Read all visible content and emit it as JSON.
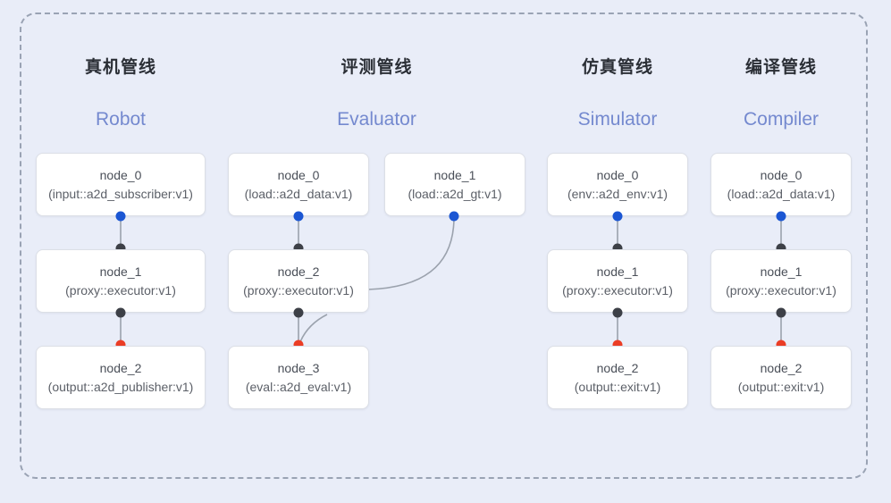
{
  "diagram": {
    "background_color": "#e9edf8",
    "border_color": "#9aa3b4",
    "port_colors": {
      "input": "#1b56d3",
      "middle": "#3d4047",
      "output": "#eb3d25"
    },
    "columns": [
      {
        "id": "robot",
        "title_cn": "真机管线",
        "title_en": "Robot",
        "nodes": [
          {
            "name": "node_0",
            "type": "(input::a2d_subscriber:v1)"
          },
          {
            "name": "node_1",
            "type": "(proxy::executor:v1)"
          },
          {
            "name": "node_2",
            "type": "(output::a2d_publisher:v1)"
          }
        ]
      },
      {
        "id": "evaluator",
        "title_cn": "评测管线",
        "title_en": "Evaluator",
        "nodes": [
          {
            "name": "node_0",
            "type": "(load::a2d_data:v1)"
          },
          {
            "name": "node_1",
            "type": "(load::a2d_gt:v1)"
          },
          {
            "name": "node_2",
            "type": "(proxy::executor:v1)"
          },
          {
            "name": "node_3",
            "type": "(eval::a2d_eval:v1)"
          }
        ]
      },
      {
        "id": "simulator",
        "title_cn": "仿真管线",
        "title_en": "Simulator",
        "nodes": [
          {
            "name": "node_0",
            "type": "(env::a2d_env:v1)"
          },
          {
            "name": "node_1",
            "type": "(proxy::executor:v1)"
          },
          {
            "name": "node_2",
            "type": "(output::exit:v1)"
          }
        ]
      },
      {
        "id": "compiler",
        "title_cn": "编译管线",
        "title_en": "Compiler",
        "nodes": [
          {
            "name": "node_0",
            "type": "(load::a2d_data:v1)"
          },
          {
            "name": "node_1",
            "type": "(proxy::executor:v1)"
          },
          {
            "name": "node_2",
            "type": "(output::exit:v1)"
          }
        ]
      }
    ]
  }
}
